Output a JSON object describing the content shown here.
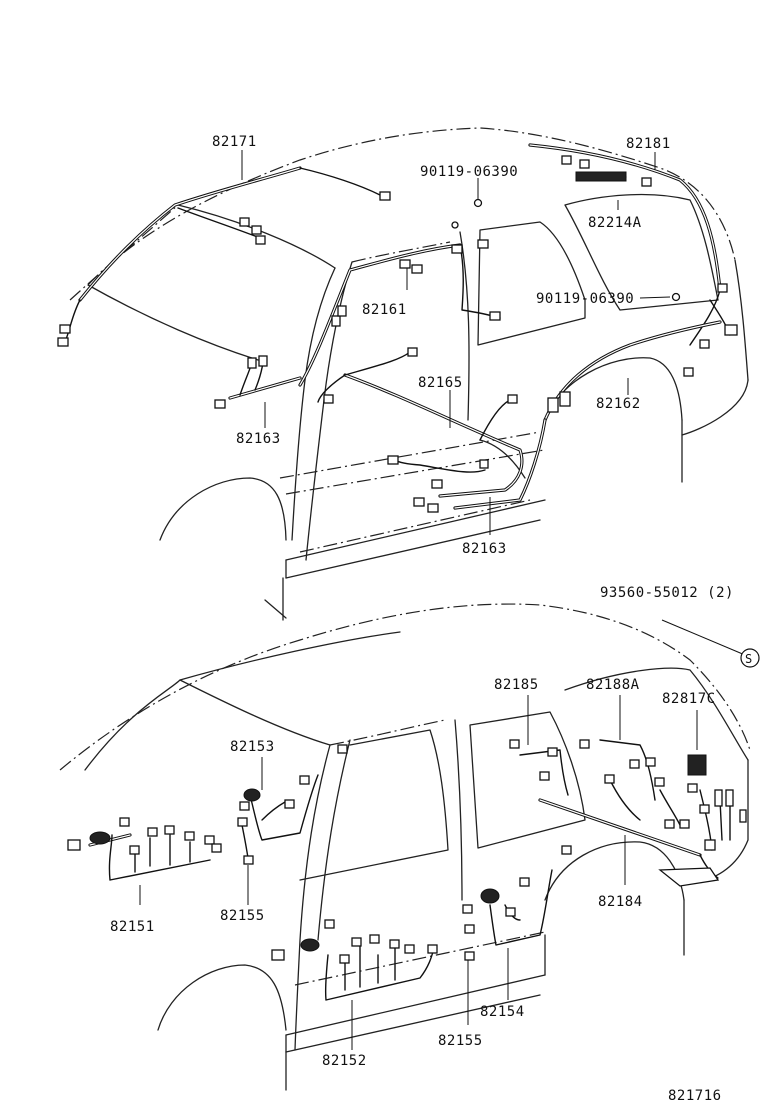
{
  "upper_view": {
    "part_labels": [
      {
        "id": "roof-front",
        "text": "82171"
      },
      {
        "id": "roof-rear",
        "text": "82181"
      },
      {
        "id": "clip-upper",
        "text": "90119-06390"
      },
      {
        "id": "lamp-harness",
        "text": "82214A"
      },
      {
        "id": "clip-lower",
        "text": "90119-06390"
      },
      {
        "id": "pillar-front",
        "text": "82161"
      },
      {
        "id": "floor-center",
        "text": "82165"
      },
      {
        "id": "quarter",
        "text": "82162"
      },
      {
        "id": "cowl-left",
        "text": "82163"
      },
      {
        "id": "cowl-right",
        "text": "82163"
      }
    ]
  },
  "lower_view": {
    "part_labels": [
      {
        "id": "screw",
        "text": "93560-55012 (2)"
      },
      {
        "id": "rear-door-top",
        "text": "82185"
      },
      {
        "id": "rear-sub",
        "text": "82188A"
      },
      {
        "id": "rear-sub-c",
        "text": "82817C"
      },
      {
        "id": "front-door-lower",
        "text": "82153"
      },
      {
        "id": "front-door",
        "text": "82151"
      },
      {
        "id": "front-door-sub",
        "text": "82155"
      },
      {
        "id": "rear-floor",
        "text": "82184"
      },
      {
        "id": "rear-door",
        "text": "82154"
      },
      {
        "id": "rear-door-sub",
        "text": "82155"
      },
      {
        "id": "front-floor",
        "text": "82152"
      }
    ],
    "screw_symbol": "S"
  },
  "figure_number": "821716"
}
